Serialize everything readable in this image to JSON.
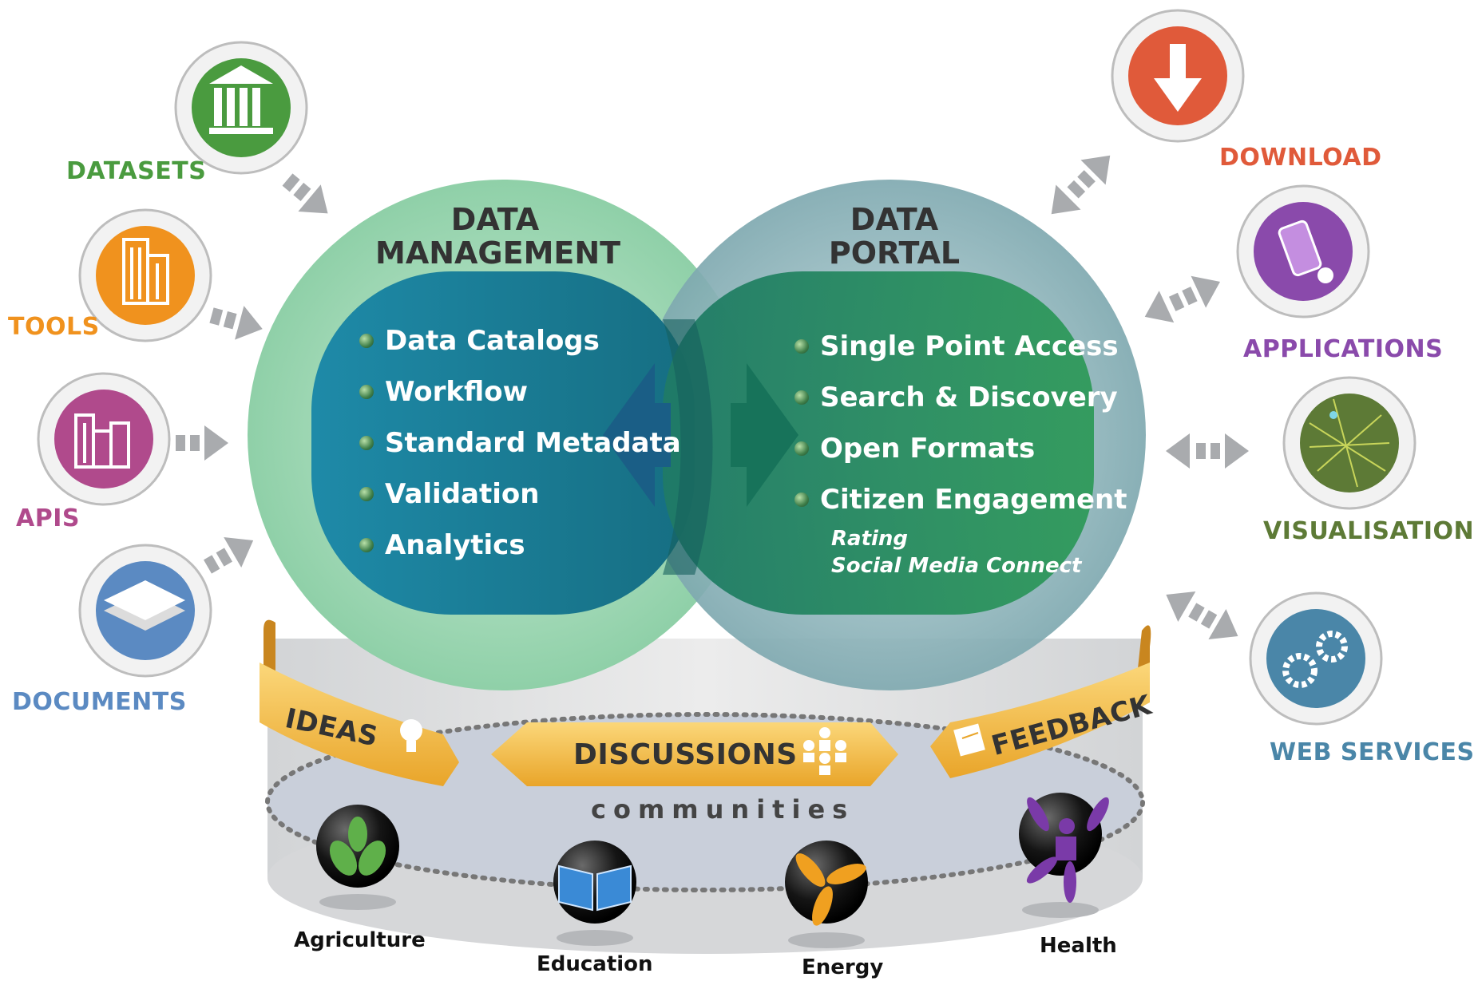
{
  "left_sources": [
    {
      "label": "DATASETS",
      "icon": "building-columns-icon",
      "color": "#4a9b3f"
    },
    {
      "label": "TOOLS",
      "icon": "skyscraper-icon",
      "color": "#f0921e"
    },
    {
      "label": "APIS",
      "icon": "city-buildings-icon",
      "color": "#b04a8c"
    },
    {
      "label": "DOCUMENTS",
      "icon": "stacked-pages-icon",
      "color": "#5b8ac2"
    }
  ],
  "right_outputs": [
    {
      "label": "DOWNLOAD",
      "icon": "download-arrow-icon",
      "color": "#e05a3a"
    },
    {
      "label": "APPLICATIONS",
      "icon": "mobile-touch-icon",
      "color": "#8a4aab"
    },
    {
      "label": "VISUALISATIONS",
      "icon": "network-map-icon",
      "color": "#5d7a36"
    },
    {
      "label": "WEB SERVICES",
      "icon": "gears-icon",
      "color": "#4a86a8"
    }
  ],
  "data_management": {
    "title_line1": "DATA",
    "title_line2": "MANAGEMENT",
    "items": [
      "Data Catalogs",
      "Workflow",
      "Standard Metadata",
      "Validation",
      "Analytics"
    ]
  },
  "data_portal": {
    "title_line1": "DATA",
    "title_line2": "PORTAL",
    "items": [
      "Single Point Access",
      "Search & Discovery",
      "Open Formats",
      "Citizen Engagement"
    ],
    "sub_items": [
      "Rating",
      "Social Media Connect"
    ]
  },
  "ribbon": {
    "ideas": "IDEAS",
    "discussions": "DISCUSSIONS",
    "feedback": "FEEDBACK",
    "color": "#f4b43a"
  },
  "communities": {
    "title": "communities",
    "items": [
      "Agriculture",
      "Education",
      "Energy",
      "Health"
    ]
  }
}
